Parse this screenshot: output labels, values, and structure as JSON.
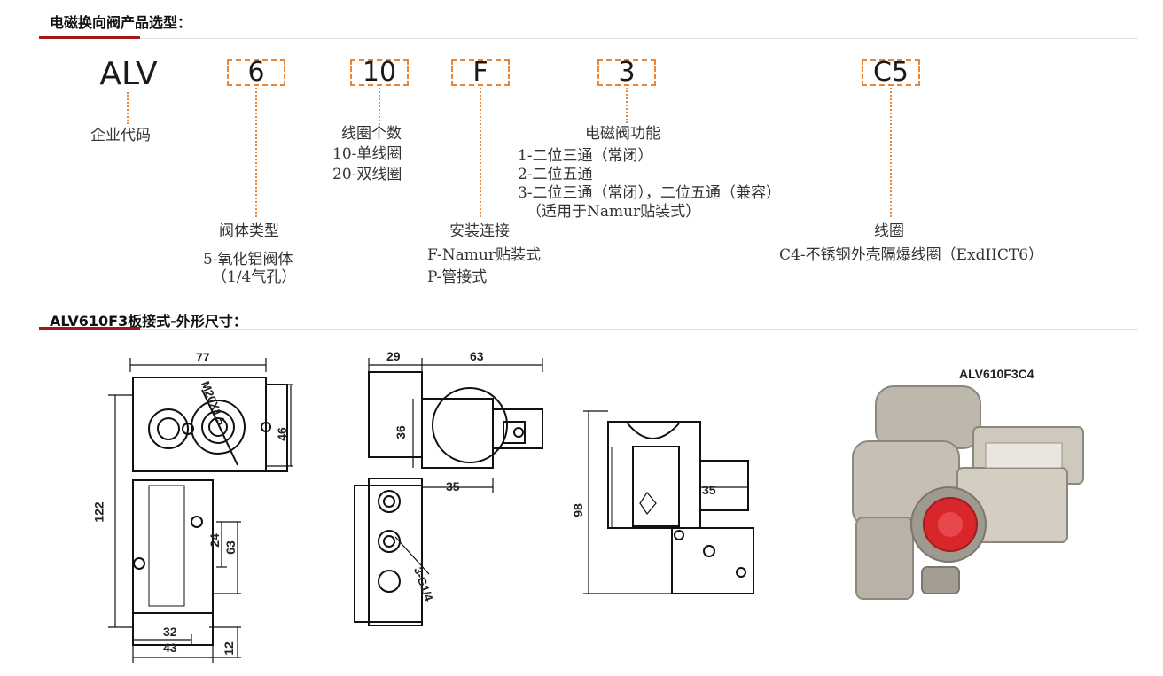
{
  "section1": {
    "title": "电磁换向阀产品选型："
  },
  "codes": {
    "alv": "ALV",
    "c6": "6",
    "c10": "10",
    "cF": "F",
    "c3": "3",
    "cC5": "C5"
  },
  "descriptions": {
    "company": "企业代码",
    "coil_count_title": "线圈个数",
    "coil_count_1": "10-单线圈",
    "coil_count_2": "20-双线圈",
    "function_title": "电磁阀功能",
    "function_1": "1-二位三通（常闭）",
    "function_2": "2-二位五通",
    "function_3": "3-二位三通（常闭），二位五通（兼容）",
    "function_4": "（适用于Namur贴装式）",
    "body_title": "阀体类型",
    "body_1": "5-氧化铝阀体",
    "body_2": "（1/4气孔）",
    "install_title": "安装连接",
    "install_1": "F-Namur贴装式",
    "install_2": "P-管接式",
    "coil_title": "线圈",
    "coil_1": "C4-不锈钢外壳隔爆线圈（ExdIICT6）"
  },
  "section2": {
    "title": "ALV610F3板接式-外形尺寸："
  },
  "drawing": {
    "dim_77": "77",
    "dim_m20": "M20X1.5",
    "dim_46": "46",
    "dim_122": "122",
    "dim_24": "24",
    "dim_63": "63",
    "dim_32": "32",
    "dim_43": "43",
    "dim_12": "12",
    "dim_29": "29",
    "dim_63b": "63",
    "dim_36": "36",
    "dim_35": "35",
    "dim_g14": "3-G1/4",
    "dim_98": "98",
    "dim_35b": "35"
  },
  "photo": {
    "caption": "ALV610F3C4"
  },
  "colors": {
    "accent": "#a4161a",
    "dash": "#e8873a",
    "cap": "#d8262b"
  }
}
